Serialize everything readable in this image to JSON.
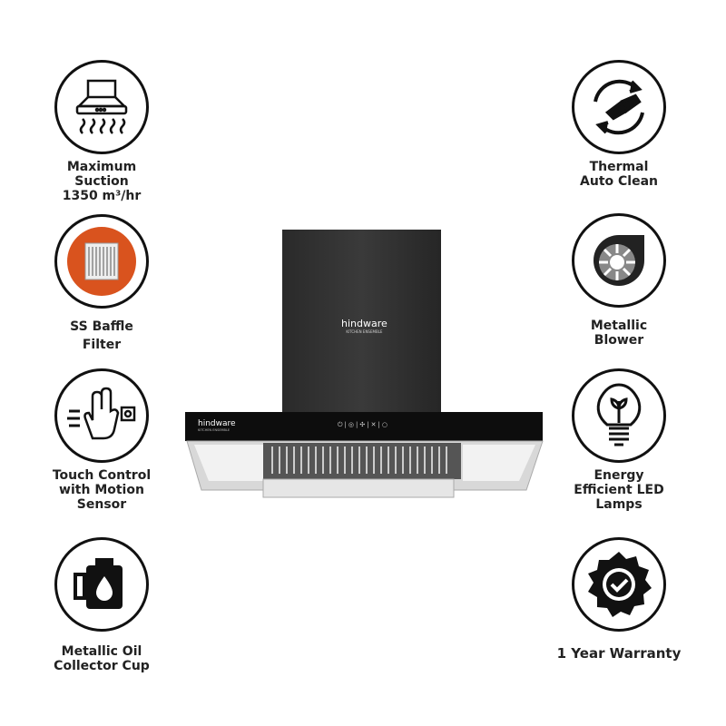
{
  "product": {
    "brand": "hindware",
    "sub_brand": "KITCHEN ENSEMBLE",
    "controls": [
      "⏻",
      "|",
      "◎",
      "|",
      "✣",
      "|",
      "✕",
      "|",
      "○"
    ]
  },
  "features_left": [
    {
      "label_lines": [
        "Maximum",
        "Suction",
        "1350 m³/hr"
      ]
    },
    {
      "label_lines": [
        "SS Baffle",
        "Filter"
      ]
    },
    {
      "label_lines": [
        "Touch Control",
        "with Motion",
        "Sensor"
      ]
    },
    {
      "label_lines": [
        "Metallic Oil",
        "Collector Cup"
      ]
    }
  ],
  "features_right": [
    {
      "label_lines": [
        "Thermal",
        "Auto Clean"
      ]
    },
    {
      "label_lines": [
        "Metallic",
        "Blower"
      ]
    },
    {
      "label_lines": [
        "Energy",
        "Efficient LED",
        "Lamps"
      ]
    },
    {
      "label_lines": [
        "1 Year Warranty"
      ]
    }
  ],
  "colors": {
    "accent": "#d9531e",
    "hood_black": "#2b2b2b"
  }
}
